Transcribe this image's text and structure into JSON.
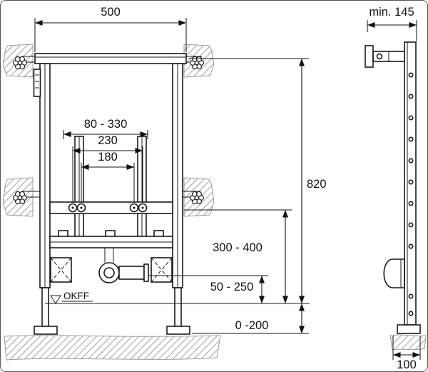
{
  "front": {
    "width": "500",
    "rail_range": "80 - 330",
    "hole_spacing_outer": "230",
    "hole_spacing_inner": "180",
    "height": "820",
    "rail_height_range": "300 - 400",
    "water_height_range": "50 - 250",
    "leg_adjust_range": "0 -200",
    "floor_label": "OKFF"
  },
  "side": {
    "min_depth": "min. 145",
    "foot_depth": "100"
  }
}
